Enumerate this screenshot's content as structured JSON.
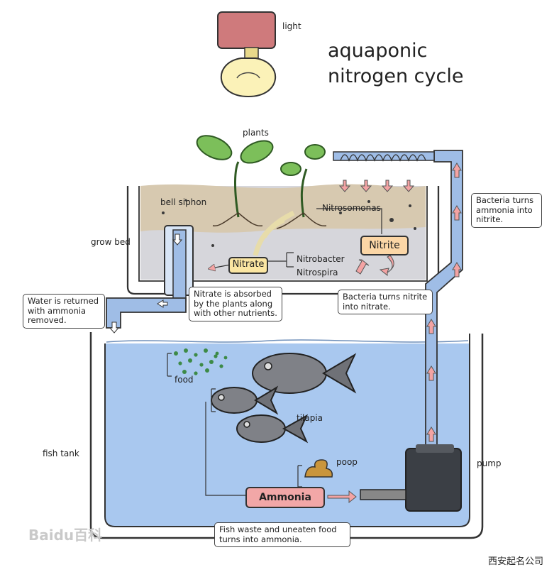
{
  "title": {
    "line1": "aquaponic",
    "line2": "nitrogen cycle"
  },
  "labels": {
    "light": "light",
    "plants": "plants",
    "bell_siphon": "bell siphon",
    "grow_bed": "grow bed",
    "nitrosomonas": "Nitrosomonas",
    "nitrobacter": "Nitrobacter",
    "nitrospira": "Nitrospira",
    "food": "food",
    "tilapia": "tilapia",
    "poop": "poop",
    "fish_tank": "fish tank",
    "pump": "pump"
  },
  "tags": {
    "nitrate": "Nitrate",
    "nitrite": "Nitrite",
    "ammonia": "Ammonia"
  },
  "callouts": {
    "water_returned": [
      "Water is returned",
      "with ammonia",
      "removed."
    ],
    "nitrate_absorbed": [
      "Nitrate is absorbed",
      "by the plants along",
      "with other nutrients."
    ],
    "nitrite_to_nitrate": [
      "Bacteria turns nitrite",
      "into nitrate."
    ],
    "ammonia_to_nitrite": [
      "Bacteria turns",
      "ammonia into",
      "nitrite."
    ],
    "fish_waste": [
      "Fish waste and uneaten food",
      "turns into ammonia."
    ]
  },
  "watermark": "Baidu百科",
  "corner_text": "西安起名公司",
  "colors": {
    "water": "#a9c8ef",
    "soil": "#d7c9b0",
    "gravel": "#d6d6db",
    "pipe": "#9fbde6",
    "arrow": "#f3a3a3",
    "lamp_base": "#cf7a7c",
    "bulb": "#fbf2b8",
    "leaf": "#7cbf5a",
    "pump": "#3b3f45"
  }
}
